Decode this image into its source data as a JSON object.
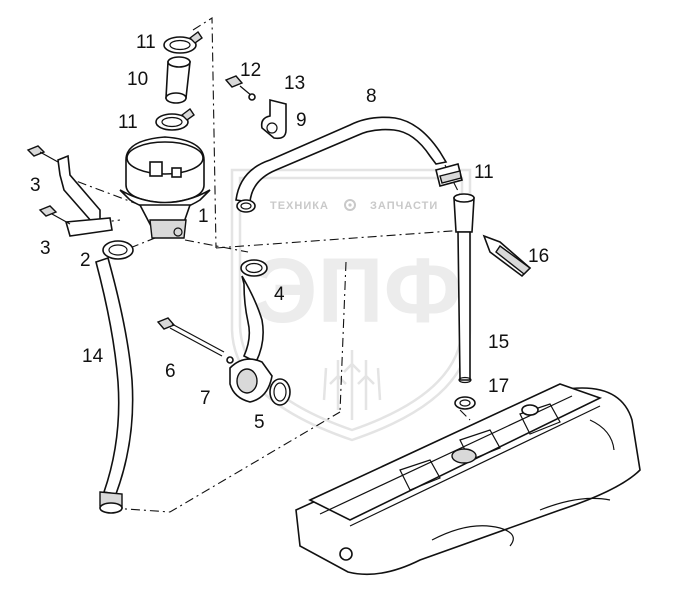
{
  "watermark": {
    "left_text": "ТЕХНИКА",
    "right_text": "ЗАПЧАСТИ",
    "logo_text": "ЭПФ"
  },
  "callouts": [
    {
      "id": "c11a",
      "label": "11"
    },
    {
      "id": "c10",
      "label": "10"
    },
    {
      "id": "c11b",
      "label": "11"
    },
    {
      "id": "c12",
      "label": "12"
    },
    {
      "id": "c13",
      "label": "13"
    },
    {
      "id": "c9",
      "label": "9"
    },
    {
      "id": "c8",
      "label": "8"
    },
    {
      "id": "c11c",
      "label": "11"
    },
    {
      "id": "c3a",
      "label": "3"
    },
    {
      "id": "c3b",
      "label": "3"
    },
    {
      "id": "c1",
      "label": "1"
    },
    {
      "id": "c2",
      "label": "2"
    },
    {
      "id": "c4",
      "label": "4"
    },
    {
      "id": "c16",
      "label": "16"
    },
    {
      "id": "c14",
      "label": "14"
    },
    {
      "id": "c6",
      "label": "6"
    },
    {
      "id": "c7",
      "label": "7"
    },
    {
      "id": "c5",
      "label": "5"
    },
    {
      "id": "c15",
      "label": "15"
    },
    {
      "id": "c17",
      "label": "17"
    }
  ]
}
